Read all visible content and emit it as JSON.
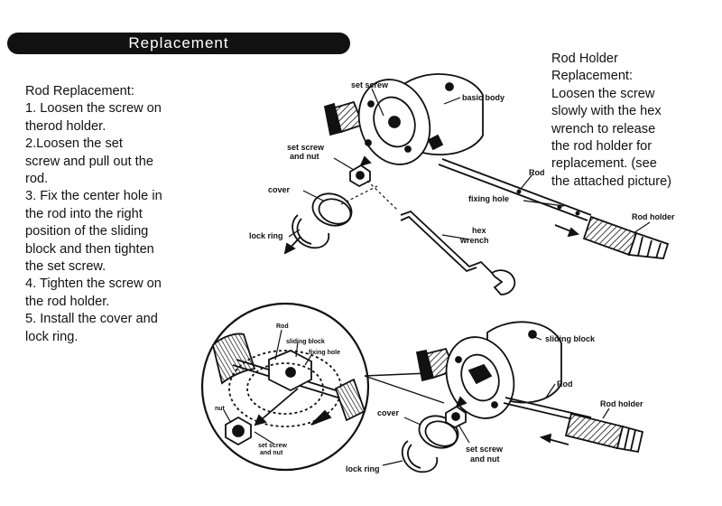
{
  "title": "Replacement",
  "rod_replacement": {
    "heading": "Rod Replacement:",
    "lines": [
      "1. Loosen the screw on",
      "therod holder.",
      "2.Loosen the set",
      "screw and pull out the",
      "rod.",
      "3. Fix the center hole in",
      "the rod into the right",
      "position of the sliding",
      "block and then tighten",
      "the set screw.",
      "4. Tighten the screw on",
      "the rod holder.",
      "5. Install the cover and",
      "lock ring."
    ]
  },
  "rod_holder_replacement": {
    "lines": [
      "Rod Holder",
      "Replacement:",
      "Loosen the screw",
      "slowly with the hex",
      "wrench to release",
      "the rod holder for",
      "replacement. (see",
      "the attached picture)"
    ]
  },
  "labels_top": {
    "set_screw": "set screw",
    "basic_body": "basic body",
    "set_screw_and_nut_1": "set screw",
    "set_screw_and_nut_2": "and nut",
    "cover": "cover",
    "lock_ring": "lock ring",
    "rod": "Rod",
    "fixing_hole": "fixing hole",
    "hex_wrench_1": "hex",
    "hex_wrench_2": "wrench",
    "rod_holder": "Rod holder"
  },
  "labels_bottom": {
    "rod_inset": "Rod",
    "sliding_block_inset": "sliding block",
    "fixing_hole_inset": "fixing hole",
    "nut_inset": "nut",
    "set_screw_and_nut_inset_1": "set screw",
    "set_screw_and_nut_inset_2": "and nut",
    "sliding_block": "sliding block",
    "rod": "Rod",
    "rod_holder": "Rod holder",
    "cover": "cover",
    "set_screw_and_nut_1": "set screw",
    "set_screw_and_nut_2": "and nut",
    "lock_ring": "lock ring"
  }
}
